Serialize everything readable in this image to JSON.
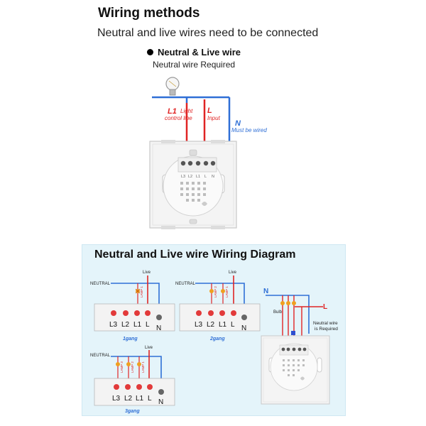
{
  "header": {
    "title": "Wiring methods",
    "subtitle": "Neutral and live wires need to be connected"
  },
  "method": {
    "title": "Neutral & Live wire",
    "subtitle": "Neutral wire Required"
  },
  "top_switch": {
    "l1_code": "L1",
    "l1_text_1": "Light",
    "l1_text_2": "control line",
    "l_code": "L",
    "l_text": "Input",
    "n_code": "N",
    "n_text": "Must be wired",
    "terminals": [
      "L3",
      "L2",
      "L1",
      "L",
      "N"
    ]
  },
  "diagram": {
    "title": "Neutral and Live wire Wiring Diagram",
    "neutral_label": "NEUTRAL",
    "live_label": "Live",
    "terminals": [
      "L3",
      "L2",
      "L1",
      "L",
      "N"
    ],
    "gang1": {
      "label": "1gang",
      "lamps": [
        "LAMP 1"
      ]
    },
    "gang2": {
      "label": "2gang",
      "lamps": [
        "LAMP 2",
        "LAMP 1"
      ]
    },
    "gang3": {
      "label": "3gang",
      "lamps": [
        "LAMP 3",
        "LAMP 2",
        "LAMP 1"
      ]
    },
    "right": {
      "n_code": "N",
      "l_code": "L",
      "bulb_label": "Bulb",
      "note_1": "Neutral wire",
      "note_2": "is Required"
    }
  },
  "colors": {
    "live_red": "#e02424",
    "neutral_blue": "#2f6fd6",
    "lamp_orange": "#f0a020",
    "terminal_red": "#e23a3a",
    "terminal_grey": "#666666"
  }
}
